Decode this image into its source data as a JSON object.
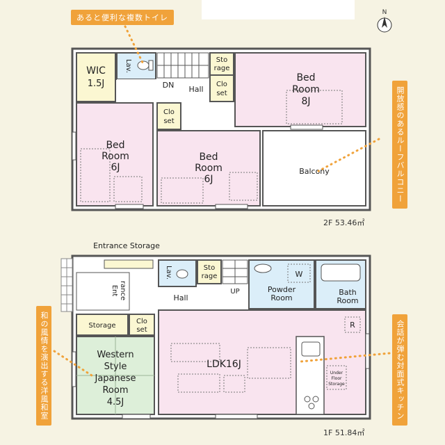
{
  "floor2": {
    "area_label": "2F 53.46㎡",
    "rooms": {
      "wic_l1": "WIC",
      "wic_l2": "1.5J",
      "lav": "Lav.",
      "dn": "DN",
      "hall": "Hall",
      "storage_l1": "Sto",
      "storage_l2": "rage",
      "closet1_l1": "Clo",
      "closet1_l2": "set",
      "master_l1": "Bed",
      "master_l2": "Room",
      "master_l3": "8J",
      "closet2_l1": "Clo",
      "closet2_l2": "set",
      "bed_w_l1": "Bed",
      "bed_w_l2": "Room",
      "bed_w_l3": "6J",
      "bed_c_l1": "Bed",
      "bed_c_l2": "Room",
      "bed_c_l3": "6J",
      "balcony": "Balcony"
    }
  },
  "floor1": {
    "area_label": "1F 51.84㎡",
    "rooms": {
      "entrance_storage": "Entrance Storage",
      "entrance_l1": "Ent",
      "entrance_l2": "rance",
      "lav": "Lav.",
      "storage_l1": "Sto",
      "storage_l2": "rage",
      "up": "UP",
      "hall": "Hall",
      "powder_l1": "Powder",
      "powder_l2": "Room",
      "bath_l1": "Bath",
      "bath_l2": "Room",
      "storage2": "Storage",
      "closet_l1": "Clo",
      "closet_l2": "set",
      "jp_l1": "Western",
      "jp_l2": "Style",
      "jp_l3": "Japanese",
      "jp_l4": "Room",
      "jp_l5": "4.5J",
      "ldk": "LDK16J",
      "under_l1": "Under",
      "under_l2": "Floor",
      "under_l3": "Storage",
      "w": "W",
      "r": "R"
    }
  },
  "compass": "N",
  "callouts": {
    "toilets": "あると便利な複数トイレ",
    "balcony": "開放感のあるルーフバルコニー",
    "japanese_room": "和の風情を演出する洋風和室",
    "kitchen": "会話が弾む対面式キッチン"
  },
  "colors": {
    "background": "#f6f3e3",
    "bedroom": "#f9e4ef",
    "ldk": "#f9e4ef",
    "wet_area": "#dbeef9",
    "storage": "#fbf7d2",
    "tatami": "#ddefd9",
    "accent": "#f0a23a",
    "wall": "#555555"
  }
}
